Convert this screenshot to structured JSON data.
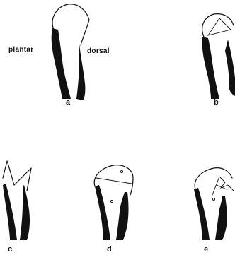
{
  "figure": {
    "side_labels": {
      "plantar": "plantar",
      "dorsal": "dorsal"
    },
    "panels": [
      {
        "id": "a",
        "label": "a"
      },
      {
        "id": "b",
        "label": "b"
      },
      {
        "id": "c",
        "label": "c"
      },
      {
        "id": "d",
        "label": "d"
      },
      {
        "id": "e",
        "label": "e"
      }
    ]
  }
}
